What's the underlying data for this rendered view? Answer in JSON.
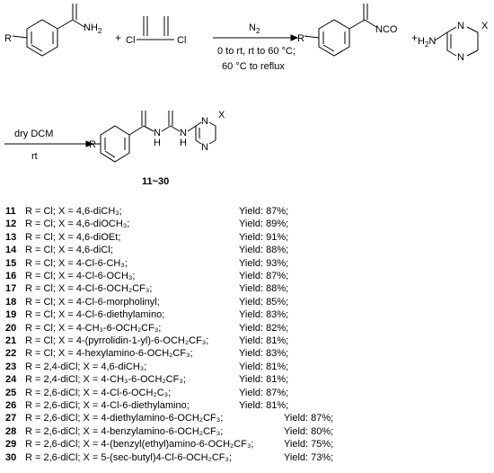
{
  "scheme": {
    "row1": {
      "r_label": "R",
      "amide_nh2": "NH",
      "amide_sub": "2",
      "plus1": "+",
      "oxalyl_cl_left": "Cl",
      "oxalyl_cl_right": "Cl",
      "reagent_over_arrow": "N",
      "reagent_over_sub": "2",
      "cond_line1": "0 to rt, rt to 60 °C;",
      "cond_line2": "60 °C to reflux",
      "r_label_product": "R",
      "nco": "NCO",
      "plus2": "+",
      "h2n_h": "H",
      "h2n_sub": "2",
      "h2n_n": "N",
      "x_label": "X",
      "ring_n_top": "N",
      "ring_n_bottom": "N"
    },
    "row2": {
      "solvent": "dry DCM",
      "temp": "rt",
      "r_label": "R",
      "nh1": "N",
      "nh1_h": "H",
      "nh2": "N",
      "nh2_h": "H",
      "ring_n_top": "N",
      "ring_n_bottom": "N",
      "x_label": "X",
      "compound_range": "11~30"
    }
  },
  "compounds": [
    {
      "num": "11",
      "desc": "R = Cl; X = 4,6-diCH₃;",
      "yield": "Yield: 87%;"
    },
    {
      "num": "12",
      "desc": "R = Cl; X = 4,6-diOCH₃;",
      "yield": "Yield: 89%;"
    },
    {
      "num": "13",
      "desc": "R = Cl; X = 4,6-diOEt;",
      "yield": "Yield: 91%;"
    },
    {
      "num": "14",
      "desc": "R = Cl; X = 4,6-diCl;",
      "yield": "Yield: 88%;"
    },
    {
      "num": "15",
      "desc": "R = Cl; X = 4-Cl-6-CH₃;",
      "yield": "Yield: 93%;"
    },
    {
      "num": "16",
      "desc": "R = Cl; X = 4-Cl-6-OCH₃;",
      "yield": "Yield: 87%;"
    },
    {
      "num": "17",
      "desc": "R = Cl; X = 4-Cl-6-OCH₂CF₃;",
      "yield": "Yield: 88%;"
    },
    {
      "num": "18",
      "desc": "R = Cl; X = 4-Cl-6-morpholinyl;",
      "yield": "Yield: 85%;"
    },
    {
      "num": "19",
      "desc": "R = Cl; X = 4-Cl-6-diethylamino;",
      "yield": "Yield: 83%;"
    },
    {
      "num": "20",
      "desc": "R = Cl; X = 4-CH₃-6-OCH₂CF₃;",
      "yield": "Yield: 82%;"
    },
    {
      "num": "21",
      "desc": "R = Cl; X = 4-(pyrrolidin-1-yl)-6-OCH₂CF₃;",
      "yield": "Yield: 81%;"
    },
    {
      "num": "22",
      "desc": "R = Cl; X = 4-hexylamino-6-OCH₂CF₃;",
      "yield": "Yield: 83%;"
    },
    {
      "num": "23",
      "desc": "R = 2,4-diCl; X = 4,6-diCH₃;",
      "yield": "Yield: 81%;"
    },
    {
      "num": "24",
      "desc": "R = 2,4-diCl; X = 4-CH₃-6-OCH₂CF₃;",
      "yield": "Yield: 81%;"
    },
    {
      "num": "25",
      "desc": "R = 2,6-diCl; X = 4-Cl-6-OCH₂C₃;",
      "yield": "Yield: 87%;"
    },
    {
      "num": "26",
      "desc": "R = 2,6-diCl; X = 4-Cl-6-diethylamino;",
      "yield": "Yield: 81%;"
    },
    {
      "num": "27",
      "desc": "R = 2,6-diCl; X = 4-diethylamino-6-OCH₂CF₃;",
      "yield": "Yield: 87%;"
    },
    {
      "num": "28",
      "desc": "R = 2,6-diCl; X = 4-benzylamino-6-OCH₂CF₃;",
      "yield": "Yield: 80%;"
    },
    {
      "num": "29",
      "desc": "R = 2,6-diCl; X = 4-(benzyl(ethyl)amino-6-OCH₂CF₃;",
      "yield": "Yield: 75%;"
    },
    {
      "num": "30",
      "desc": "R = 2,6-diCl; X = 5-(sec-butyl)4-Cl-6-OCH₂CF₃;",
      "yield": "Yield: 73%;"
    }
  ]
}
